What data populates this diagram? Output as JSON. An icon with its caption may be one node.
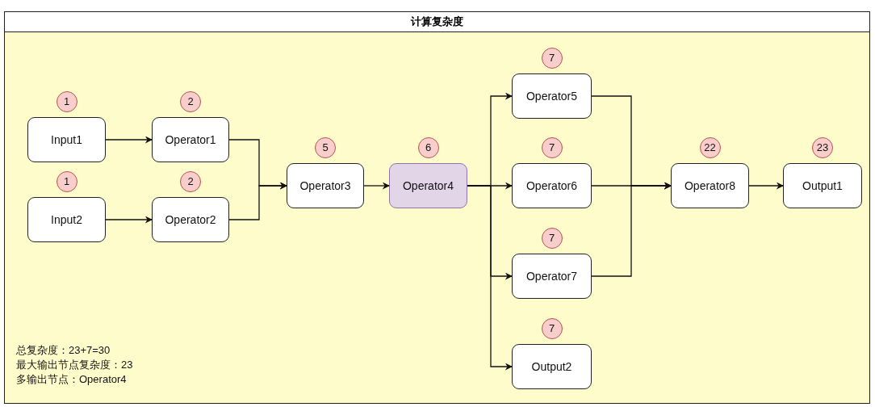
{
  "diagram": {
    "nodes": [
      {
        "text": [
          "计算复杂度"
        ]
      },
      {
        "text": [
          "Input1"
        ],
        "in": 0,
        "beside": [
          "1"
        ]
      },
      {
        "text": [
          "Operator1"
        ],
        "in": 0,
        "beside": [
          "2"
        ]
      },
      {
        "text": [
          "Input2"
        ],
        "in": 0,
        "beside": [
          "1"
        ]
      },
      {
        "text": [
          "Operator2"
        ],
        "in": 0,
        "beside": [
          "2"
        ]
      },
      {
        "text": [
          "Operator3"
        ],
        "in": 0,
        "beside": [
          "5"
        ]
      },
      {
        "text": [
          "Operator4"
        ],
        "in": 0,
        "beside": [
          "6"
        ]
      },
      {
        "text": [
          "Operator5"
        ],
        "in": 0,
        "beside": [
          "7"
        ]
      },
      {
        "text": [
          "Operator6"
        ],
        "in": 0,
        "beside": [
          "7"
        ]
      },
      {
        "text": [
          "Operator7"
        ],
        "in": 0,
        "beside": [
          "7"
        ]
      },
      {
        "text": [
          "Output2"
        ],
        "in": 0,
        "beside": [
          "7"
        ]
      },
      {
        "text": [
          "Operator8"
        ],
        "in": 0,
        "beside": [
          "22"
        ]
      },
      {
        "text": [
          "Output1"
        ],
        "in": 0,
        "beside": [
          "23"
        ]
      }
    ],
    "edges": [
      {
        "from": 1,
        "to": 2,
        "arrow": "to"
      },
      {
        "from": 3,
        "to": 4,
        "arrow": "to"
      },
      {
        "from": 2,
        "to": 5,
        "arrow": "to"
      },
      {
        "from": 4,
        "to": 5,
        "arrow": "to"
      },
      {
        "from": 5,
        "to": 6,
        "arrow": "to"
      },
      {
        "from": 6,
        "to": 7,
        "arrow": "to"
      },
      {
        "from": 6,
        "to": 8,
        "arrow": "to"
      },
      {
        "from": 6,
        "to": 9,
        "arrow": "to"
      },
      {
        "from": 6,
        "to": 10,
        "arrow": "to"
      },
      {
        "from": 7,
        "to": 11,
        "arrow": "to"
      },
      {
        "from": 8,
        "to": 11,
        "arrow": "to"
      },
      {
        "from": 9,
        "to": 11,
        "arrow": "to"
      },
      {
        "from": 11,
        "to": 12,
        "arrow": "to"
      }
    ],
    "labels": [
      "总复杂度：23+7=30",
      "最大输出节点复杂度：23",
      "多输出节点：Operator4"
    ]
  }
}
